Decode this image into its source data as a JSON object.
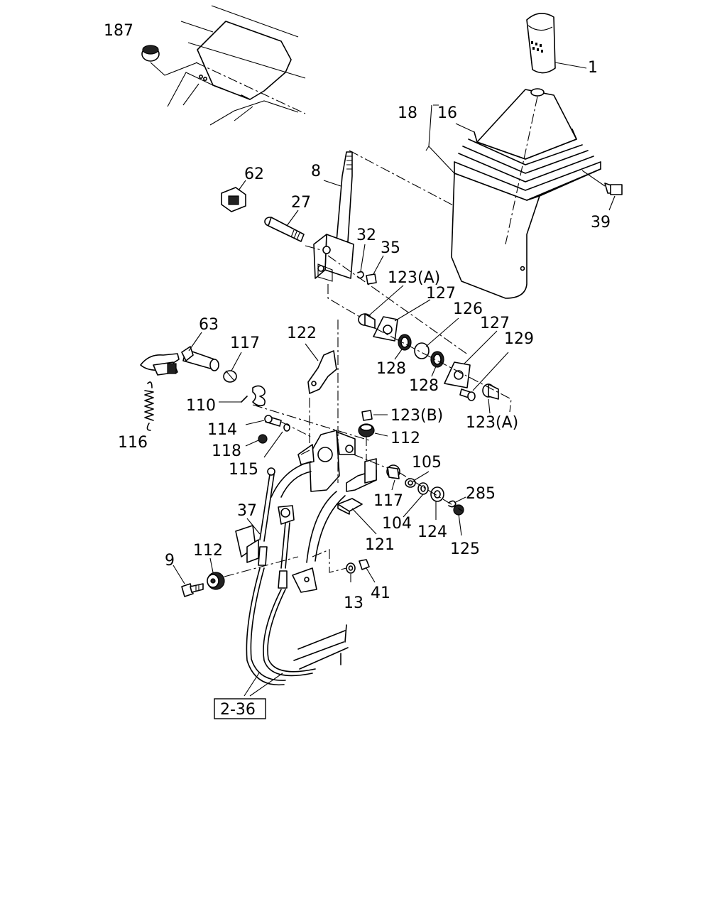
{
  "labels": {
    "p1": "1",
    "p187": "187",
    "p18": "18",
    "p16": "16",
    "p8": "8",
    "p62": "62",
    "p27": "27",
    "p39": "39",
    "p32": "32",
    "p35": "35",
    "p123a_top": "123(A)",
    "p127_a": "127",
    "p126": "126",
    "p127_b": "127",
    "p129": "129",
    "p128_a": "128",
    "p128_b": "128",
    "p123a_bottom": "123(A)",
    "p63": "63",
    "p117_top": "117",
    "p122": "122",
    "p123b": "123(B)",
    "p112_right": "112",
    "p110": "110",
    "p114": "114",
    "p118": "118",
    "p115": "115",
    "p116": "116",
    "p105": "105",
    "p117_bottom": "117",
    "p285": "285",
    "p104": "104",
    "p124": "124",
    "p125": "125",
    "p121": "121",
    "p37": "37",
    "p9": "9",
    "p112_left": "112",
    "p13": "13",
    "p41": "41",
    "ref_2_36": "2-36"
  }
}
